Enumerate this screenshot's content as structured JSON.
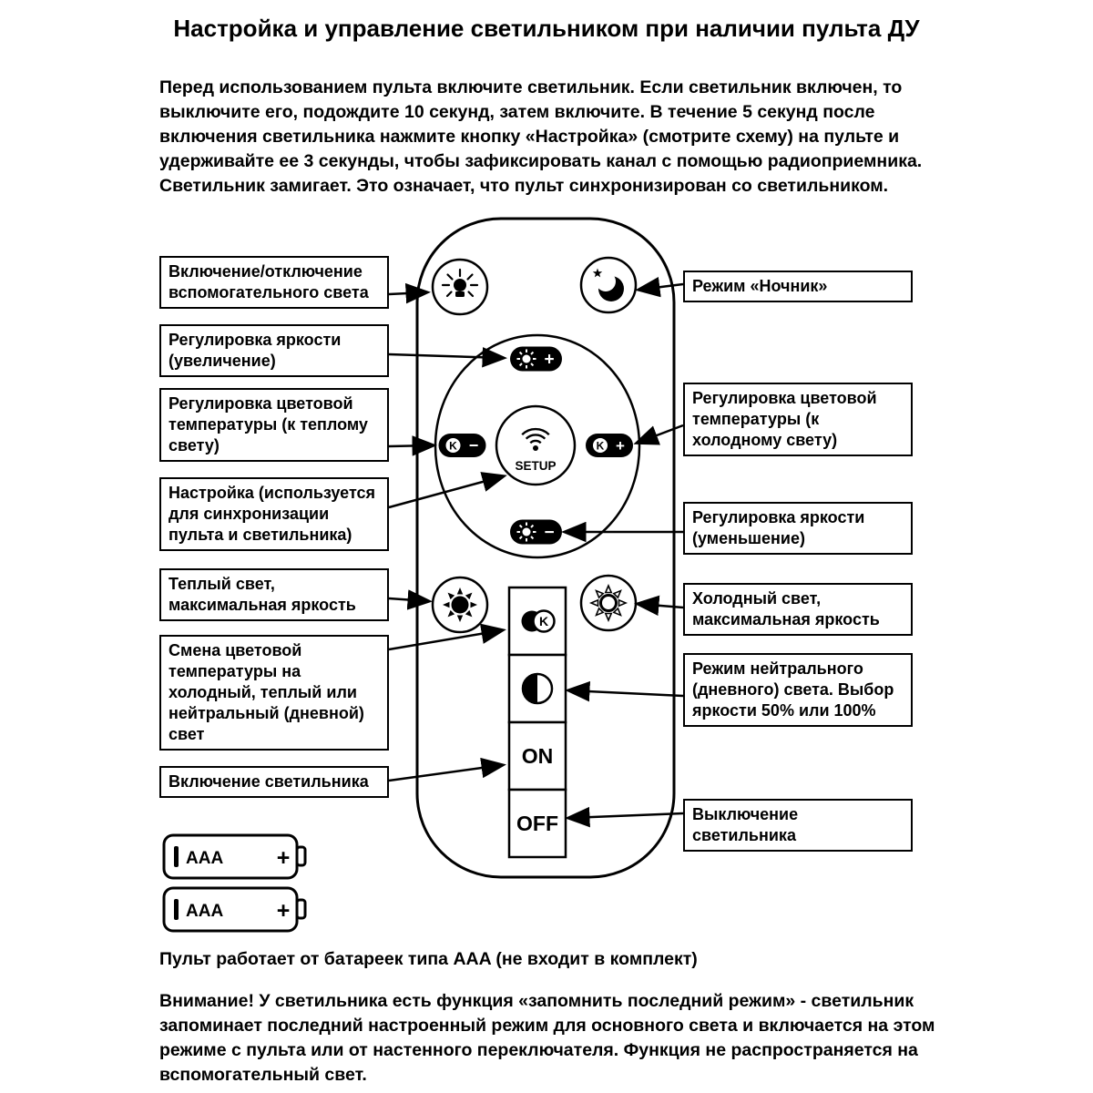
{
  "title": "Настройка и управление светильником при наличии пульта ДУ",
  "intro": "Перед использованием пульта включите светильник. Если светильник включен, то выключите его, подождите 10 секунд, затем включите. В течение 5 секунд после включения светильника нажмите кнопку «Настройка» (смотрите схему) на пульте и удерживайте ее 3 секунды, чтобы зафиксировать канал с помощью радиоприемника. Светильник замигает. Это означает, что пульт синхронизирован со светильником.",
  "colors": {
    "ink": "#000000",
    "paper": "#ffffff"
  },
  "remote": {
    "setup_label": "SETUP",
    "on_label": "ON",
    "off_label": "OFF",
    "k_circle_label": "K",
    "plus": "+",
    "minus": "−"
  },
  "callouts": {
    "left": [
      {
        "text": "Включение/отключение вспомогательного света"
      },
      {
        "text": "Регулировка яркости (увеличение)"
      },
      {
        "text": "Регулировка цветовой температуры (к теплому свету)"
      },
      {
        "text": "Настройка (используется для синхронизации пульта и светильника)"
      },
      {
        "text": "Теплый свет, максимальная яркость"
      },
      {
        "text": "Смена цветовой температуры на холодный, теплый или нейтральный (дневной) свет"
      },
      {
        "text": "Включение светильника"
      }
    ],
    "right": [
      {
        "text": "Режим «Ночник»"
      },
      {
        "text": "Регулировка цветовой температуры (к холодному свету)"
      },
      {
        "text": "Регулировка яркости (уменьшение)"
      },
      {
        "text": "Холодный свет, максимальная яркость"
      },
      {
        "text": "Режим нейтрального (дневного) света. Выбор яркости 50% или 100%"
      },
      {
        "text": "Выключение светильника"
      }
    ]
  },
  "battery": {
    "label": "AAA",
    "plus": "+"
  },
  "battery_note": "Пульт работает от батареек типа AAA (не входит в комплект)",
  "warning": "Внимание! У светильника есть функция «запомнить последний режим» - светильник запоминает последний настроенный режим для основного света и включается на этом режиме с пульта или от настенного переключателя. Функция не распространяется на вспомогательный свет."
}
